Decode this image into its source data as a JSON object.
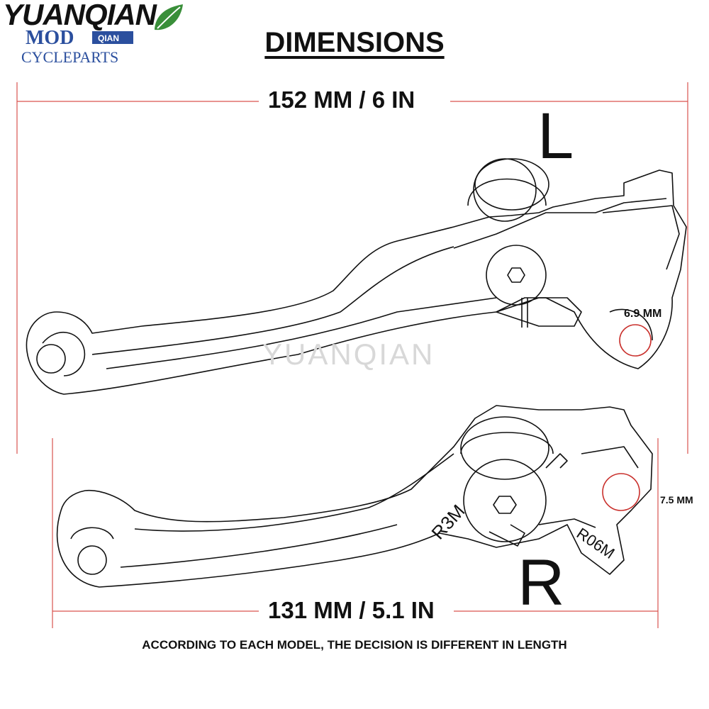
{
  "logo": {
    "brand": "YUANQIAN",
    "subtitle": "CYCLEPARTS",
    "mark_text": "QIAN"
  },
  "title": "DIMENSIONS",
  "dimensions": {
    "left_length": "152 MM / 6 IN",
    "right_length": "131 MM / 5.1 IN",
    "left_hole": "6.9 MM",
    "right_hole": "7.5 MM"
  },
  "labels": {
    "left": "L",
    "right": "R",
    "left_engraving": "",
    "right_engraving_1": "R3M",
    "right_engraving_2": "R06M"
  },
  "watermark": "YUANQIAN",
  "footnote": "ACCORDING TO EACH MODEL, THE DECISION IS DIFFERENT IN LENGTH",
  "colors": {
    "dimension_line": "#d9534f",
    "hole_marker": "#c9302c",
    "logo_green": "#3a8f3a",
    "logo_blue": "#2b4f9e"
  }
}
